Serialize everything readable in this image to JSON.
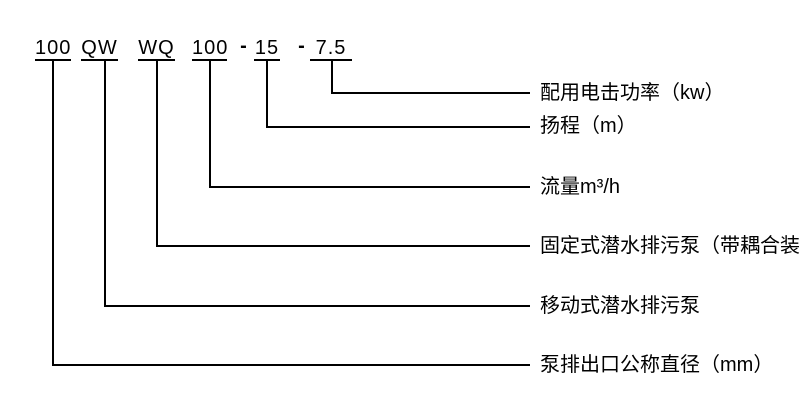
{
  "diagram": {
    "description_type": "pump-model-code-legend",
    "colors": {
      "background": "#ffffff",
      "line": "#000000",
      "text": "#000000"
    },
    "code": {
      "tokens": [
        {
          "text": "100"
        },
        {
          "text": "QW"
        },
        {
          "text": "WQ"
        },
        {
          "text": "100"
        },
        {
          "text": "-"
        },
        {
          "text": "15"
        },
        {
          "text": "-"
        },
        {
          "text": "7.5"
        }
      ]
    },
    "labels": [
      {
        "text": "配用电击功率（kw）"
      },
      {
        "text": "扬程（m）"
      },
      {
        "text": "流量m³/h"
      },
      {
        "text": "固定式潜水排污泵（带耦合装"
      },
      {
        "text": "移动式潜水排污泵"
      },
      {
        "text": "泵排出口公称直径（mm）"
      }
    ]
  }
}
